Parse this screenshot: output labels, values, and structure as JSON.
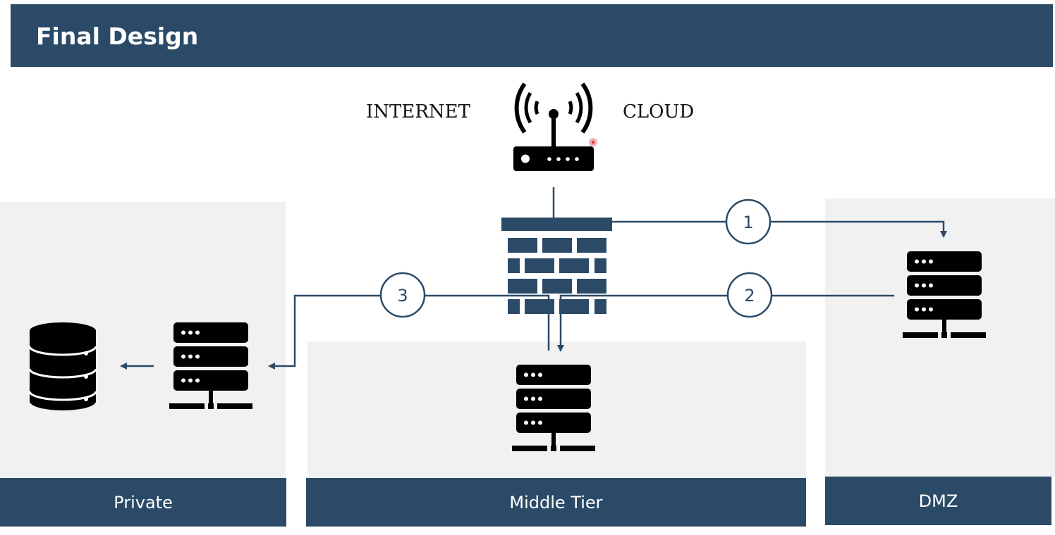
{
  "header": {
    "title": "Final Design"
  },
  "top_labels": {
    "left": "INTERNET",
    "right": "CLOUD"
  },
  "zones": {
    "private": "Private",
    "middle": "Middle Tier",
    "dmz": "DMZ"
  },
  "flows": [
    {
      "number": "1"
    },
    {
      "number": "2"
    },
    {
      "number": "3"
    }
  ],
  "colors": {
    "brand": "#2b4a67",
    "zone_bg": "#f1f1f1",
    "icon": "#000000"
  },
  "icons": [
    "wifi-router-icon",
    "firewall-icon",
    "server-icon",
    "database-icon"
  ]
}
